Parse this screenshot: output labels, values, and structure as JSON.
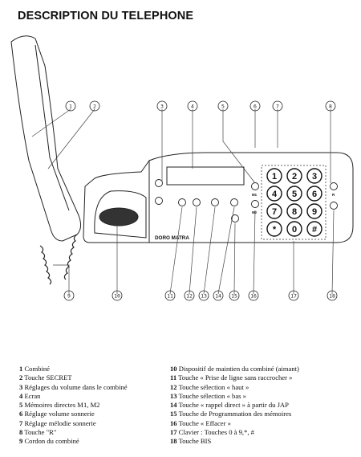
{
  "title": "DESCRIPTION DU TELEPHONE",
  "callouts_top": [
    "1",
    "2",
    "3",
    "4",
    "5",
    "6",
    "7",
    "8"
  ],
  "callouts_bottom": [
    "9",
    "10",
    "11",
    "12",
    "13",
    "14",
    "15",
    "16",
    "17",
    "18"
  ],
  "keypad": [
    "1",
    "2",
    "3",
    "4",
    "5",
    "6",
    "7",
    "8",
    "9",
    "*",
    "0",
    "#"
  ],
  "button_labels": {
    "m1": "M1",
    "m2": "M2",
    "r": "R",
    "brand": "DORO MATRA"
  },
  "legend_left": [
    {
      "num": "1",
      "text": " Combiné"
    },
    {
      "num": "2",
      "text": " Touche SECRET"
    },
    {
      "num": "3",
      "text": " Réglages du volume dans le combiné"
    },
    {
      "num": "4",
      "text": " Ecran"
    },
    {
      "num": "5",
      "text": " Mémoires directes M1, M2"
    },
    {
      "num": "6",
      "text": " Réglage volume sonnerie"
    },
    {
      "num": "7",
      "text": " Réglage mélodie sonnerie"
    },
    {
      "num": "8",
      "text": " Touche \"R\""
    },
    {
      "num": "9",
      "text": " Cordon du combiné"
    }
  ],
  "legend_right": [
    {
      "num": "10",
      "text": " Dispositif de maintien du combiné (aimant)"
    },
    {
      "num": "11",
      "text": " Touche « Prise de ligne sans raccrocher »"
    },
    {
      "num": "12",
      "text": " Touche sélection « haut »"
    },
    {
      "num": "13",
      "text": " Touche sélection « bas »"
    },
    {
      "num": "14",
      "text": " Touche « rappel direct » à partir du JAP"
    },
    {
      "num": "15",
      "text": " Touche de Programmation des mémoires"
    },
    {
      "num": "16",
      "text": " Touche « Effacer »"
    },
    {
      "num": "17",
      "text": " Clavier : Touches 0 à 9,*, #"
    },
    {
      "num": "18",
      "text": " Touche BIS"
    }
  ]
}
